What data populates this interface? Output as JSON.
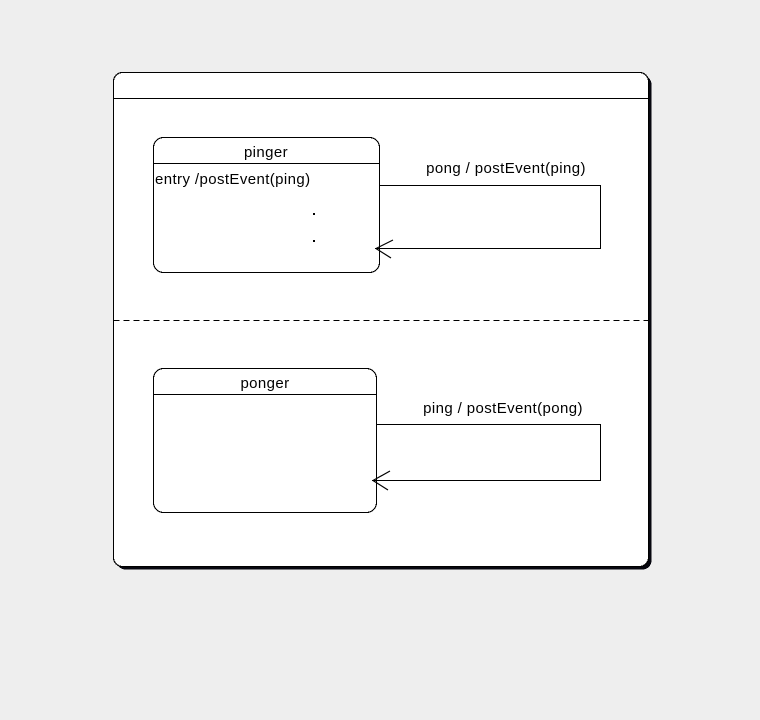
{
  "colors": {
    "page_background": "#eeeeee",
    "state_fill": "#ffffff",
    "line": "#000000",
    "shadow": "#07070f"
  },
  "diagram_type": "uml-statechart",
  "machine": {
    "outer_state": {
      "title": ""
    },
    "regions": [
      {
        "state": {
          "name": "pinger",
          "internal_actions": [
            "entry /postEvent(ping)"
          ],
          "continuation_dots": true,
          "self_transition": {
            "label": "pong / postEvent(ping)"
          }
        }
      },
      {
        "state": {
          "name": "ponger",
          "internal_actions": [],
          "continuation_dots": false,
          "self_transition": {
            "label": "ping / postEvent(pong)"
          }
        }
      }
    ]
  }
}
